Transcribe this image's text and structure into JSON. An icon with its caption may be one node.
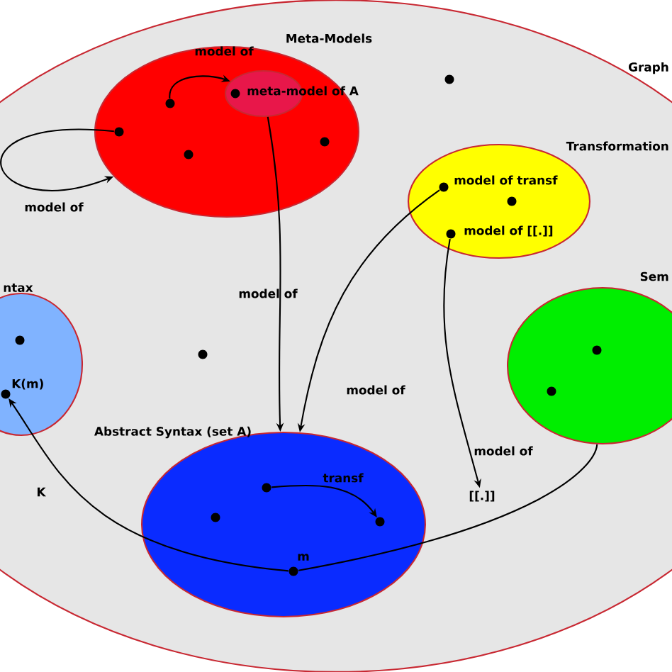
{
  "diagram": {
    "nodes": [
      {
        "text": [
          "Graph"
        ]
      },
      {
        "text": [
          "Meta-Models"
        ],
        "in": 0
      },
      {
        "text": [
          "meta-model of A"
        ],
        "in": 1
      },
      {
        "text": [],
        "shape": "circle",
        "in": 1
      },
      {
        "text": [],
        "shape": "circle",
        "in": 1
      },
      {
        "text": [
          "Transformation"
        ],
        "in": 0
      },
      {
        "text": [
          "model of transf"
        ],
        "in": 5
      },
      {
        "text": [
          "model of [[.]]"
        ],
        "in": 5
      },
      {
        "text": [
          "ntax"
        ],
        "in": 0
      },
      {
        "text": [
          "K(m)"
        ],
        "in": 8
      },
      {
        "text": [
          "Sem"
        ],
        "in": 0
      },
      {
        "text": [
          "Abstract Syntax (set A)"
        ],
        "in": 0
      },
      {
        "text": [],
        "shape": "circle",
        "in": 11
      },
      {
        "text": [],
        "shape": "circle",
        "in": 11
      },
      {
        "text": [
          "m"
        ],
        "in": 11
      },
      {
        "text": [
          "[[.]]"
        ],
        "in": 0
      },
      {
        "text": [],
        "shape": "circle",
        "in": 1
      },
      {
        "text": [],
        "shape": "circle",
        "in": 1
      },
      {
        "text": [],
        "shape": "circle",
        "in": 0
      },
      {
        "text": [],
        "shape": "circle",
        "in": 0
      },
      {
        "text": [],
        "shape": "circle",
        "in": 8
      },
      {
        "text": [],
        "shape": "circle",
        "in": 10
      },
      {
        "text": [],
        "shape": "circle",
        "in": 10
      },
      {
        "text": [],
        "shape": "circle",
        "in": 11
      },
      {
        "text": [],
        "shape": "circle",
        "in": 5
      }
    ],
    "edges": [
      {
        "from": 3,
        "to": 2,
        "arrow": "to",
        "label": "model of"
      },
      {
        "from": 4,
        "to": 1,
        "arrow": "to",
        "label": "model of"
      },
      {
        "from": 2,
        "to": 11,
        "arrow": "to",
        "label": "model of"
      },
      {
        "from": 6,
        "to": 11,
        "arrow": "to",
        "label": "model of"
      },
      {
        "from": 7,
        "to": 15,
        "arrow": "to",
        "label": "model of"
      },
      {
        "from": 14,
        "to": 9,
        "arrow": "to",
        "label": "K"
      },
      {
        "from": 14,
        "to": 10,
        "arrow": "none"
      },
      {
        "from": 12,
        "to": 13,
        "arrow": "to",
        "label": "transf"
      }
    ]
  }
}
